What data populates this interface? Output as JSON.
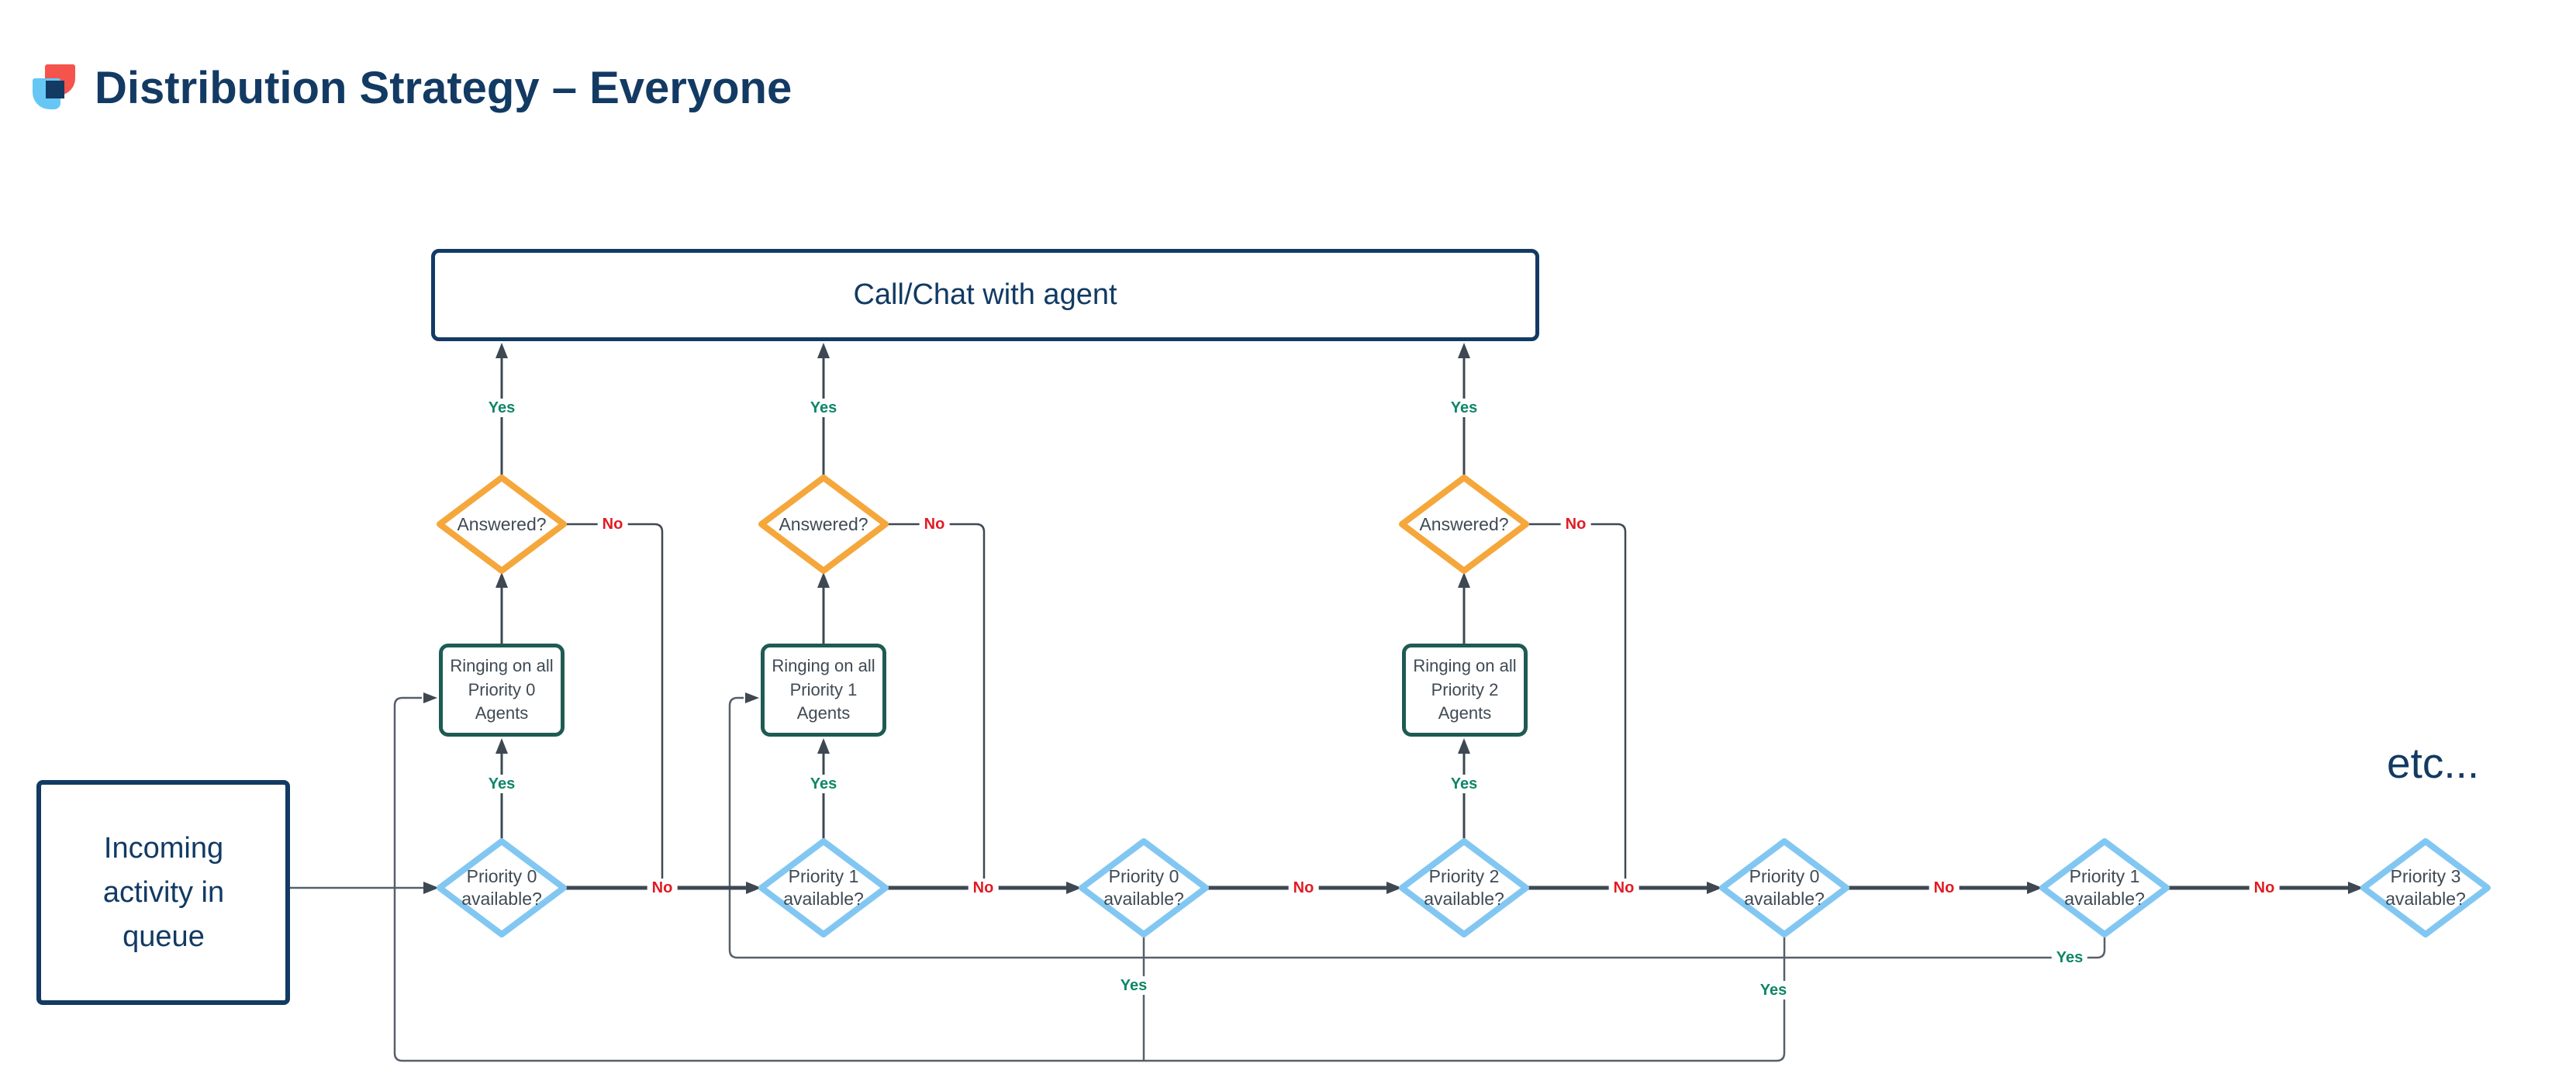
{
  "header": {
    "title": "Distribution Strategy – Everyone"
  },
  "labels": {
    "yes": "Yes",
    "no": "No",
    "etc": "etc..."
  },
  "nodes": {
    "incoming": "Incoming activity in queue",
    "call_chat": "Call/Chat with agent",
    "answered": "Answered?",
    "ringing": [
      "Ringing on all Priority 0 Agents",
      "Ringing on all Priority 1 Agents",
      "Ringing on all Priority 2 Agents"
    ],
    "priority": [
      "Priority 0 available?",
      "Priority 1 available?",
      "Priority 0 available?",
      "Priority 2 available?",
      "Priority 0 available?",
      "Priority 1 available?",
      "Priority 3 available?"
    ]
  },
  "colors": {
    "navy": "#123A63",
    "orange": "#F5A73B",
    "light_blue": "#82C7F2",
    "teal_green": "#1E5B53",
    "yes_green": "#0E8668",
    "no_red": "#E11B22",
    "line_dark": "#3E4852",
    "line_gray": "#56606A",
    "logo_red": "#F4544C",
    "logo_light_blue": "#66C7F4",
    "text_gray": "#3F4A54"
  }
}
